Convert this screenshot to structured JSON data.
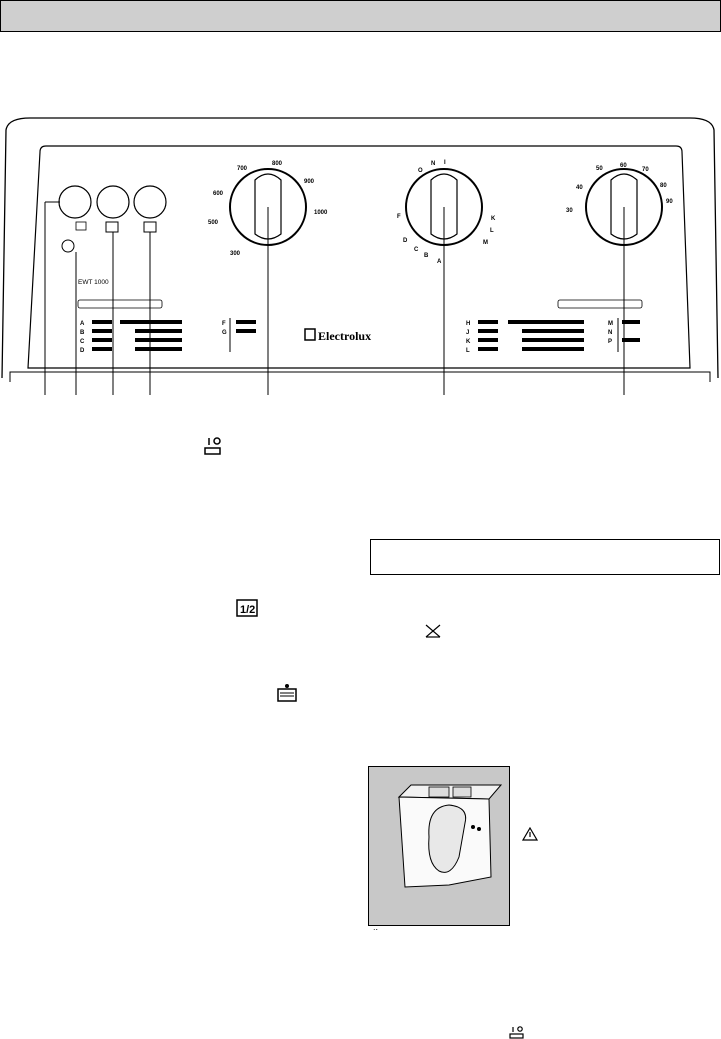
{
  "header": {
    "title": ""
  },
  "panel": {
    "model": "EWT 1000",
    "brand": "Electrolux",
    "spin_dial": {
      "speeds": [
        "300",
        "500",
        "600",
        "700",
        "800",
        "900",
        "1000"
      ]
    },
    "programme_dial": {
      "letters": [
        "O",
        "N",
        "I",
        "F",
        "D",
        "C",
        "B",
        "A",
        "K",
        "L",
        "M"
      ]
    },
    "temperature_dial": {
      "values": [
        "30",
        "40",
        "50",
        "60",
        "70",
        "80",
        "90"
      ]
    },
    "cotton_table_letters": [
      "A",
      "B",
      "C",
      "D"
    ],
    "synthetic_table_letters": [
      "H",
      "J",
      "K",
      "L"
    ],
    "extra_letters": [
      "F",
      "G"
    ],
    "extra_letters_right": [
      "M",
      "N",
      "P"
    ]
  },
  "footnote_mark": ":."
}
